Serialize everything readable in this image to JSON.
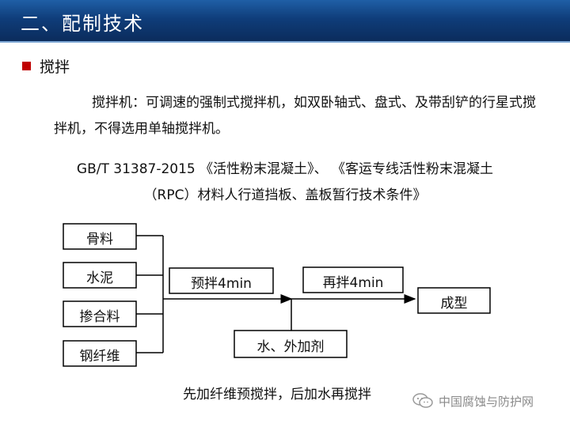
{
  "header": {
    "title": "二、配制技术"
  },
  "section": {
    "heading": "搅拌"
  },
  "description": "搅拌机：可调速的强制式搅拌机，如双卧轴式、盘式、及带刮铲的行星式搅拌机，不得选用单轴搅拌机。",
  "standard": {
    "line1": "GB/T 31387-2015 《活性粉末混凝土》、 《客运专线活性粉末混凝土",
    "line2": "（RPC）材料人行道挡板、盖板暂行技术条件》"
  },
  "flowchart": {
    "inputs": [
      "骨料",
      "水泥",
      "掺合料",
      "钢纤维"
    ],
    "premix": "预拌4min",
    "remix": "再拌4min",
    "additive": "水、外加剂",
    "output": "成型"
  },
  "caption": "先加纤维预搅拌，后加水再搅拌",
  "watermark": {
    "text": "中国腐蚀与防护网",
    "icon": "wechat-icon"
  },
  "colors": {
    "title_bar": "#0f3d7a",
    "marker": "#c00000"
  }
}
